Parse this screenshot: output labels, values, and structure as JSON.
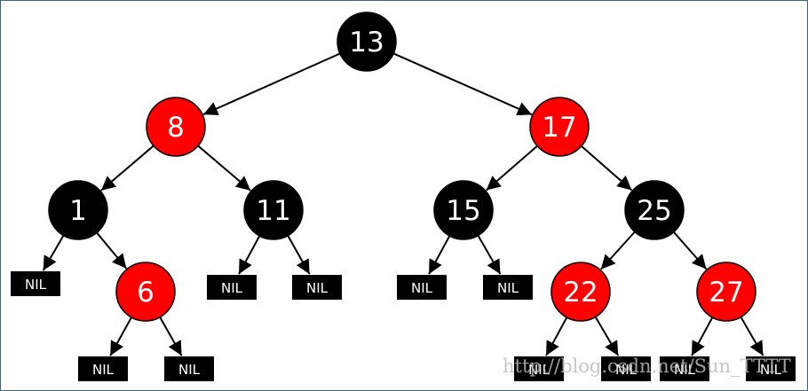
{
  "colors": {
    "black": "#000000",
    "red": "#ff0000",
    "frame": "#3a6a7a"
  },
  "tree": {
    "nodes": [
      {
        "id": "n13",
        "label": "13",
        "color": "black"
      },
      {
        "id": "n8",
        "label": "8",
        "color": "red"
      },
      {
        "id": "n17",
        "label": "17",
        "color": "red"
      },
      {
        "id": "n1",
        "label": "1",
        "color": "black"
      },
      {
        "id": "n11",
        "label": "11",
        "color": "black"
      },
      {
        "id": "n15",
        "label": "15",
        "color": "black"
      },
      {
        "id": "n25",
        "label": "25",
        "color": "black"
      },
      {
        "id": "n6",
        "label": "6",
        "color": "red"
      },
      {
        "id": "n22",
        "label": "22",
        "color": "red"
      },
      {
        "id": "n27",
        "label": "27",
        "color": "red"
      }
    ],
    "nil_label": "NIL",
    "edges": [
      {
        "from": "n13",
        "to": "n8"
      },
      {
        "from": "n13",
        "to": "n17"
      },
      {
        "from": "n8",
        "to": "n1"
      },
      {
        "from": "n8",
        "to": "n11"
      },
      {
        "from": "n17",
        "to": "n15"
      },
      {
        "from": "n17",
        "to": "n25"
      },
      {
        "from": "n1",
        "to": "nil1"
      },
      {
        "from": "n1",
        "to": "n6"
      },
      {
        "from": "n11",
        "to": "nil2"
      },
      {
        "from": "n11",
        "to": "nil3"
      },
      {
        "from": "n15",
        "to": "nil4"
      },
      {
        "from": "n15",
        "to": "nil5"
      },
      {
        "from": "n25",
        "to": "n22"
      },
      {
        "from": "n25",
        "to": "n27"
      },
      {
        "from": "n6",
        "to": "nil6"
      },
      {
        "from": "n6",
        "to": "nil7"
      },
      {
        "from": "n22",
        "to": "nil8"
      },
      {
        "from": "n22",
        "to": "nil9"
      },
      {
        "from": "n27",
        "to": "nil10"
      },
      {
        "from": "n27",
        "to": "nil11"
      }
    ]
  },
  "watermark": "http://blog.csdn.net/Sun_TTTT"
}
